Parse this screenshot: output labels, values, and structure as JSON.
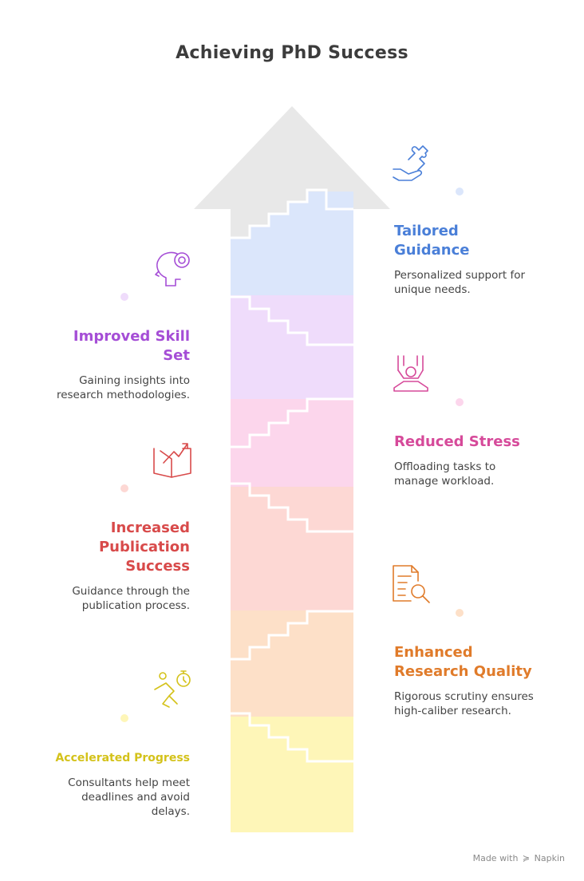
{
  "title": "Achieving PhD Success",
  "items": {
    "tailored": {
      "heading": "Tailored Guidance",
      "line1": "Tailored",
      "line2": "Guidance",
      "desc1": "Personalized support for",
      "desc2": "unique needs.",
      "color": "#4a7fd8",
      "icon": "hand-puzzle-icon"
    },
    "skill": {
      "heading": "Improved Skill Set",
      "line1": "Improved Skill",
      "line2": "Set",
      "desc1": "Gaining insights into",
      "desc2": "research methodologies.",
      "color": "#a54ed6",
      "icon": "head-gear-icon"
    },
    "stress": {
      "heading": "Reduced Stress",
      "desc1": "Offloading tasks to",
      "desc2": "manage workload.",
      "color": "#d64a9a",
      "icon": "relaxed-person-icon"
    },
    "publication": {
      "heading": "Increased Publication Success",
      "line1": "Increased",
      "line2": "Publication",
      "line3": "Success",
      "desc1": "Guidance through the",
      "desc2": "publication process.",
      "color": "#d84a4a",
      "icon": "book-growth-icon"
    },
    "quality": {
      "heading": "Enhanced Research Quality",
      "line1": "Enhanced",
      "line2": "Research Quality",
      "desc1": "Rigorous scrutiny ensures",
      "desc2": "high-caliber research.",
      "color": "#e07b2a",
      "icon": "document-search-icon"
    },
    "progress": {
      "heading": "Accelerated Progress",
      "desc1": "Consultants help meet",
      "desc2": "deadlines and avoid",
      "desc3": "delays.",
      "color": "#d4c21a",
      "icon": "running-stopwatch-icon"
    }
  },
  "footer": {
    "prefix": "Made with",
    "brand": "Napkin"
  }
}
